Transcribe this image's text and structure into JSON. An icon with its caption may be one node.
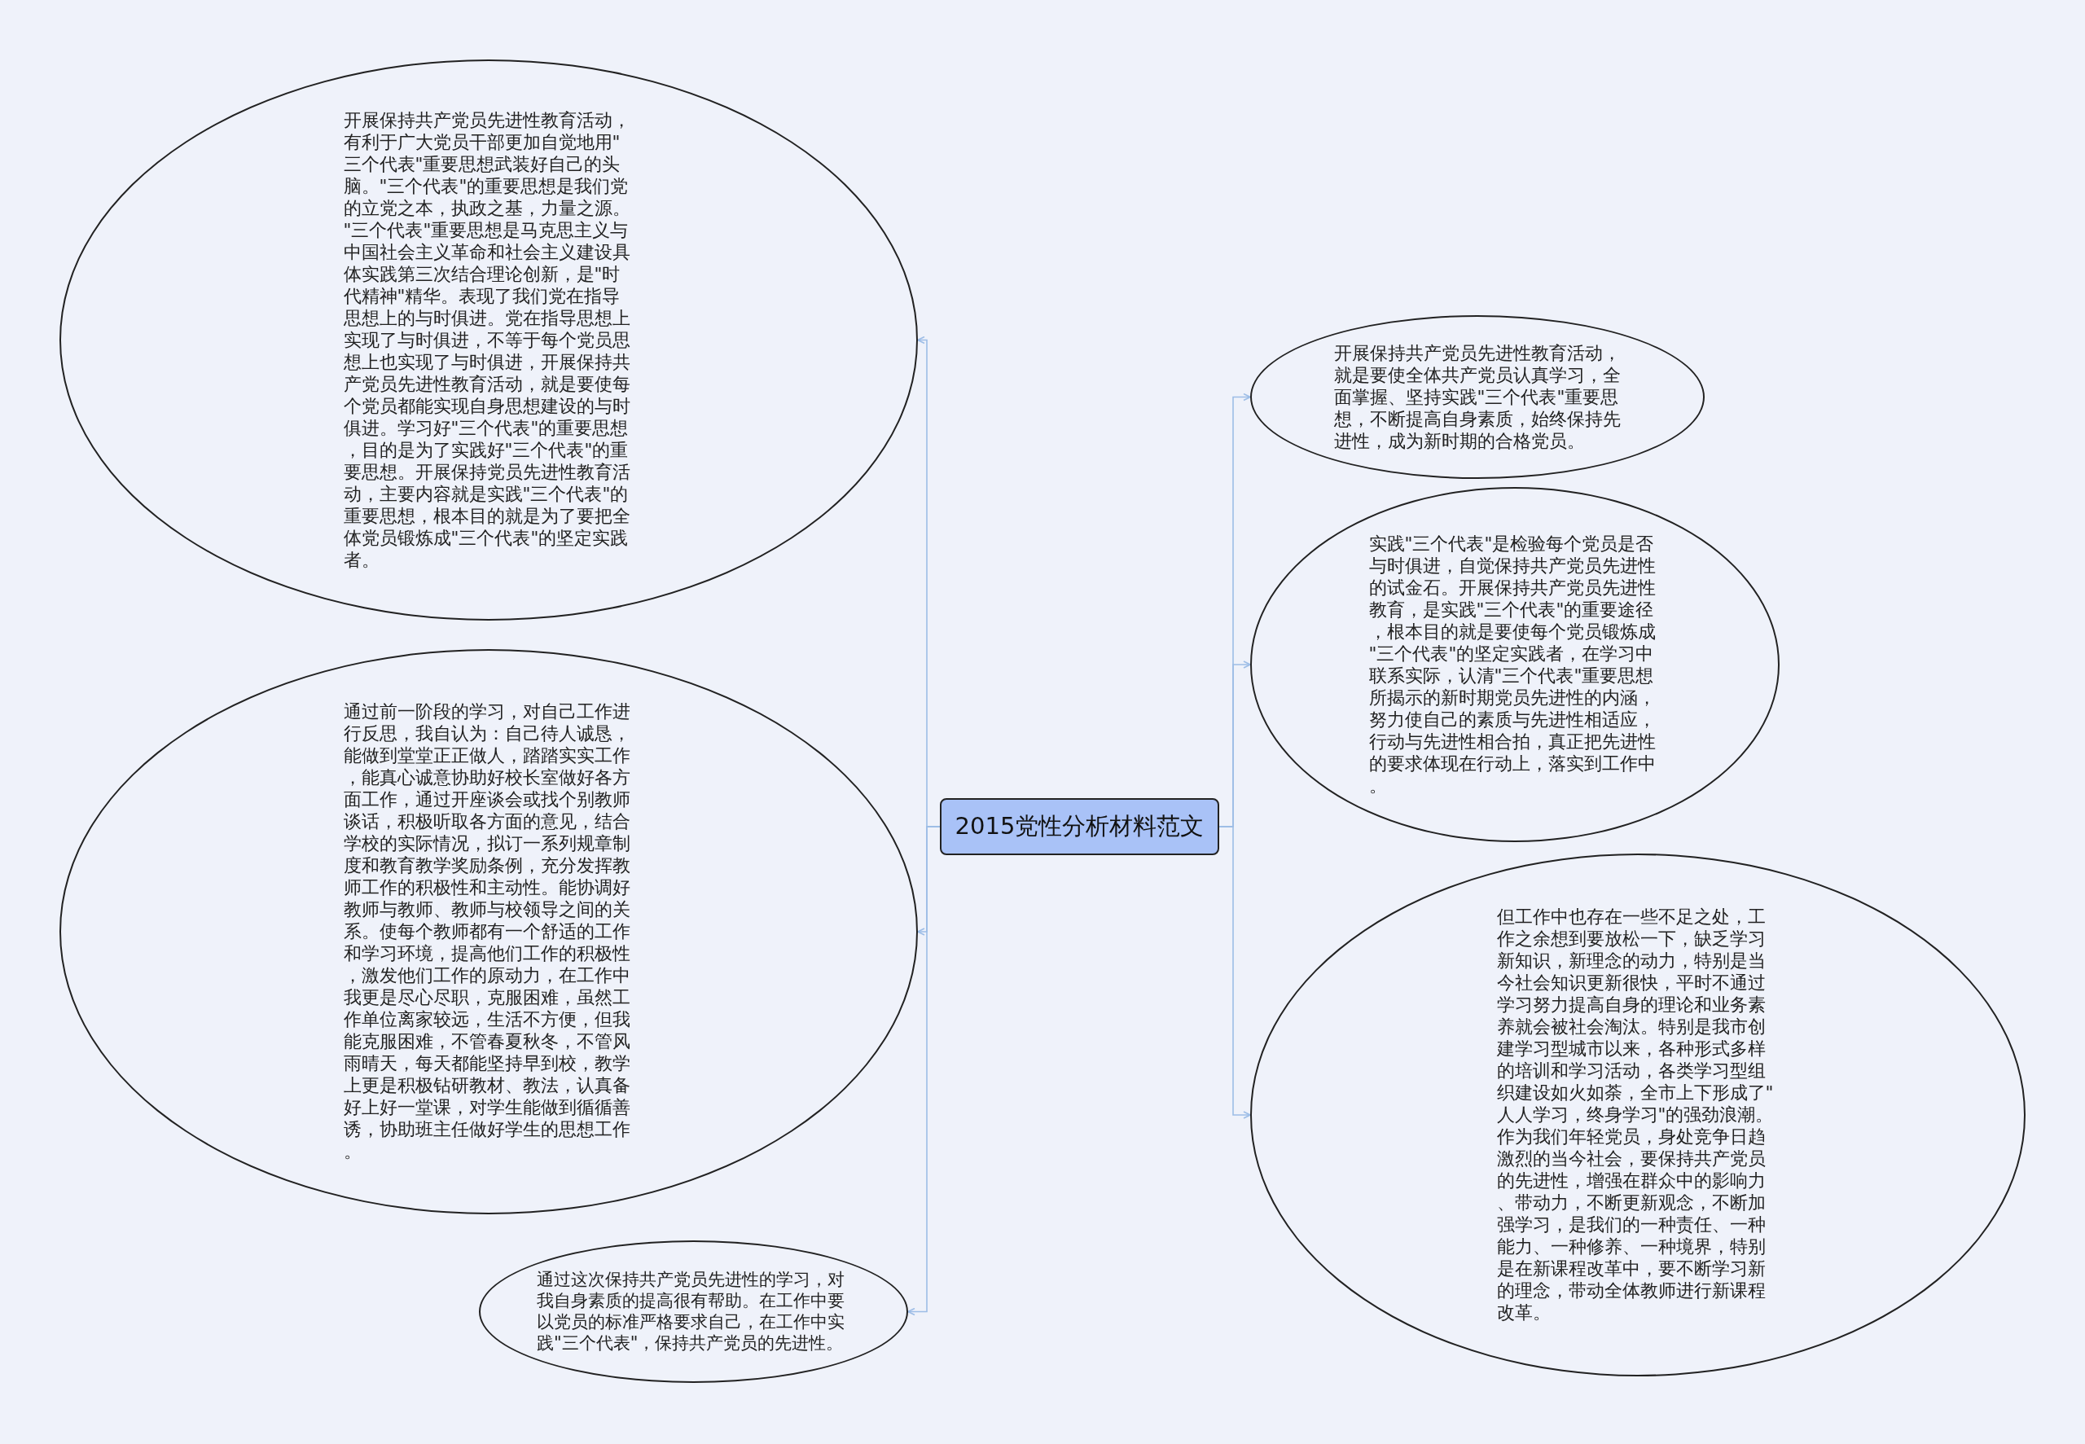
{
  "diagram": {
    "nodes": [
      {
        "text": [
          "2015党性分析材料范文"
        ]
      },
      {
        "text": [
          "开展保持共产党员先进性教育活动，有利于广大党员干部更加自觉地用\"三个代表\"重要思想武装好自己的头脑。\"三个代表\"的重要思想是我们党的立党之本，执政之基，力量之源。\"三个代表\"重要思想是马克思主义与中国社会主义革命和社会主义建设具体实践第三次结合理论创新，是\"时代精神\"精华。表现了我们党在指导思想上的与时俱进。党在指导思想上实现了与时俱进，不等于每个党员思想上也实现了与时俱进，开展保持共产党员先进性教育活动，就是要使每个党员都能实现自身思想建设的与时俱进。学习好\"三个代表\"的重要思想，目的是为了实践好\"三个代表\"的重要思想。开展保持党员先进性教育活动，主要内容就是实践\"三个代表\"的重要思想，根本目的就是为了要把全体党员锻炼成\"三个代表\"的坚定实践者。"
        ]
      },
      {
        "text": [
          "通过前一阶段的学习，对自己工作进行反思，我自认为：自己待人诚恳，能做到堂堂正正做人，踏踏实实工作，能真心诚意协助好校长室做好各方面工作，通过开座谈会或找个别教师谈话，积极听取各方面的意见，结合学校的实际情况，拟订一系列规章制度和教育教学奖励条例，充分发挥教师工作的积极性和主动性。能协调好教师与教师、教师与校领导之间的关系。使每个教师都有一个舒适的工作和学习环境，提高他们工作的积极性，激发他们工作的原动力，在工作中我更是尽心尽职，克服困难，虽然工作单位离家较远，生活不方便，但我能克服困难，不管春夏秋冬，不管风雨晴天，每天都能坚持早到校，教学上更是积极钻研教材、教法，认真备好上好一堂课，对学生能做到循循善诱，协助班主任做好学生的思想工作。"
        ]
      },
      {
        "text": [
          "通过这次保持共产党员先进性的学习，对我自身素质的提高很有帮助。在工作中要以党员的标准严格要求自己，在工作中实践\"三个代表\"，保持共产党员的先进性。"
        ]
      },
      {
        "text": [
          "开展保持共产党员先进性教育活动，就是要使全体共产党员认真学习，全面掌握、坚持实践\"三个代表\"重要思想，不断提高自身素质，始终保持先进性，成为新时期的合格党员。"
        ]
      },
      {
        "text": [
          "实践\"三个代表\"是检验每个党员是否与时俱进，自觉保持共产党员先进性的试金石。开展保持共产党员先进性教育，是实践\"三个代表\"的重要途径，根本目的就是要使每个党员锻炼成\"三个代表\"的坚定实践者，在学习中联系实际，认清\"三个代表\"重要思想所揭示的新时期党员先进性的内涵，努力使自己的素质与先进性相适应，行动与先进性相合拍，真正把先进性的要求体现在行动上，落实到工作中。"
        ]
      },
      {
        "text": [
          "但工作中也存在一些不足之处，工作之余想到要放松一下，缺乏学习新知识，新理念的动力，特别是当今社会知识更新很快，平时不通过学习努力提高自身的理论和业务素养就会被社会淘汰。特别是我市创建学习型城市以来，各种形式多样的培训和学习活动，各类学习型组织建设如火如荼，全市上下形成了\"人人学习，终身学习\"的强劲浪潮。作为我们年轻党员，身处竞争日趋激烈的当今社会，要保持共产党员的先进性，增强在群众中的影响力、带动力，不断更新观念，不断加强学习，是我们的一种责任、一种能力、一种修养、一种境界，特别是在新课程改革中，要不断学习新的理念，带动全体教师进行新课程改革。"
        ]
      }
    ],
    "edges": [
      {
        "from": 0,
        "to": 1,
        "arrow": "to"
      },
      {
        "from": 0,
        "to": 2,
        "arrow": "to"
      },
      {
        "from": 0,
        "to": 3,
        "arrow": "to"
      },
      {
        "from": 0,
        "to": 4,
        "arrow": "to"
      },
      {
        "from": 0,
        "to": 5,
        "arrow": "to"
      },
      {
        "from": 0,
        "to": 6,
        "arrow": "to"
      }
    ]
  }
}
